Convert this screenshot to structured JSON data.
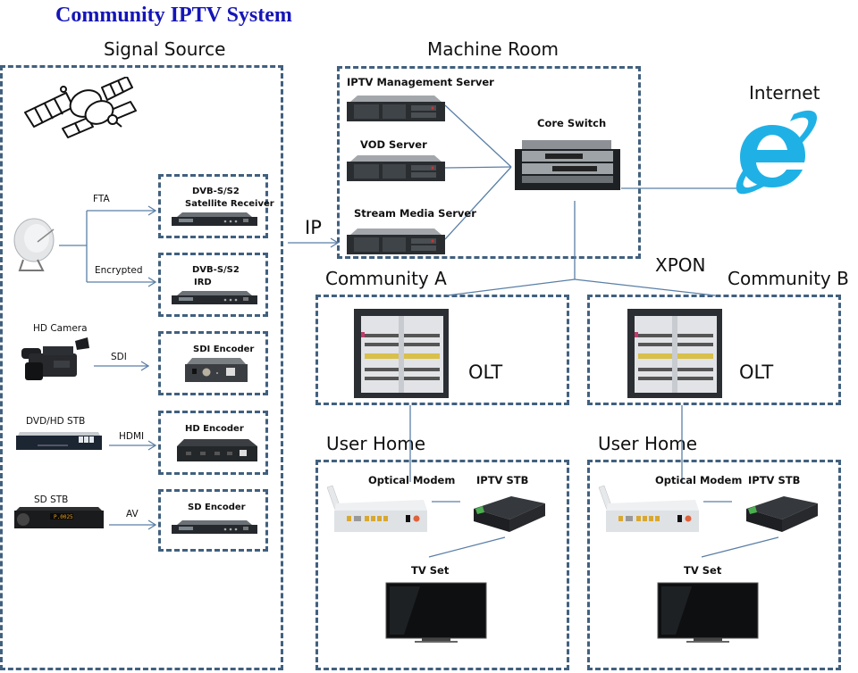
{
  "title": "Community IPTV System",
  "colors": {
    "title": "#1515b8",
    "dashed_border": "#41607e",
    "connector": "#5a7fa6",
    "internet_icon": "#1fb1e6"
  },
  "sections": {
    "signal_source": "Signal Source",
    "machine_room": "Machine Room",
    "internet": "Internet",
    "xpon": "XPON",
    "ip": "IP",
    "community_a": "Community A",
    "community_b": "Community B",
    "user_home_a": "User Home",
    "user_home_b": "User Home"
  },
  "signal_source": {
    "links": {
      "fta": "FTA",
      "encrypted": "Encrypted",
      "sdi": "SDI",
      "hdmi": "HDMI",
      "av": "AV"
    },
    "sources": {
      "hd_camera": "HD Camera",
      "dvd_hd_stb": "DVD/HD STB",
      "sd_stb": "SD STB"
    },
    "devices": {
      "sat_receiver_line1": "DVB-S/S2",
      "sat_receiver_line2": "Satellite Receiver",
      "ird_line1": "DVB-S/S2",
      "ird_line2": "IRD",
      "sdi_encoder": "SDI Encoder",
      "hd_encoder": "HD Encoder",
      "sd_encoder": "SD Encoder"
    }
  },
  "machine_room": {
    "iptv_management_server": "IPTV Management Server",
    "vod_server": "VOD Server",
    "stream_media_server": "Stream Media Server",
    "core_switch": "Core Switch"
  },
  "community": {
    "olt_a": "OLT",
    "olt_b": "OLT"
  },
  "user_home": {
    "optical_modem_a": "Optical Modem",
    "iptv_stb_a": "IPTV STB",
    "tv_set_a": "TV Set",
    "optical_modem_b": "Optical Modem",
    "iptv_stb_b": "IPTV STB",
    "tv_set_b": "TV Set"
  }
}
